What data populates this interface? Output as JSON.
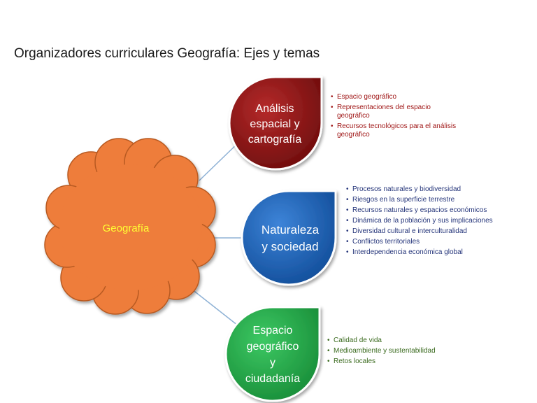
{
  "title": "Organizadores curriculares Geografía: Ejes y temas",
  "center": {
    "label": "Geografía",
    "color": "#ee7d3b",
    "text_color": "#ffff33"
  },
  "nodes": [
    {
      "id": "analisis",
      "lines": [
        "Análisis",
        "espacial y",
        "cartografía"
      ],
      "color": "#7f1010",
      "items": [
        "Espacio geográfico",
        "Representaciones del espacio geográfico",
        "Recursos tecnológicos para el análisis geográfico"
      ],
      "item_color": "#a01818"
    },
    {
      "id": "naturaleza",
      "lines": [
        "Naturaleza",
        "y sociedad"
      ],
      "color": "#1a5fb4",
      "items": [
        "Procesos naturales y biodiversidad",
        "Riesgos en la superficie terrestre",
        "Recursos naturales y espacios económicos",
        "Dinámica de la población y sus implicaciones",
        "Diversidad cultural e interculturalidad",
        "Conflictos territoriales",
        "Interdependencia económica global"
      ],
      "item_color": "#25357a"
    },
    {
      "id": "espacio",
      "lines": [
        "Espacio",
        "geográfico",
        "y",
        "ciudadanía"
      ],
      "color": "#23a847",
      "items": [
        "Calidad de vida",
        "Medioambiente y sustentabilidad",
        "Retos locales"
      ],
      "item_color": "#3a6a1e"
    }
  ]
}
